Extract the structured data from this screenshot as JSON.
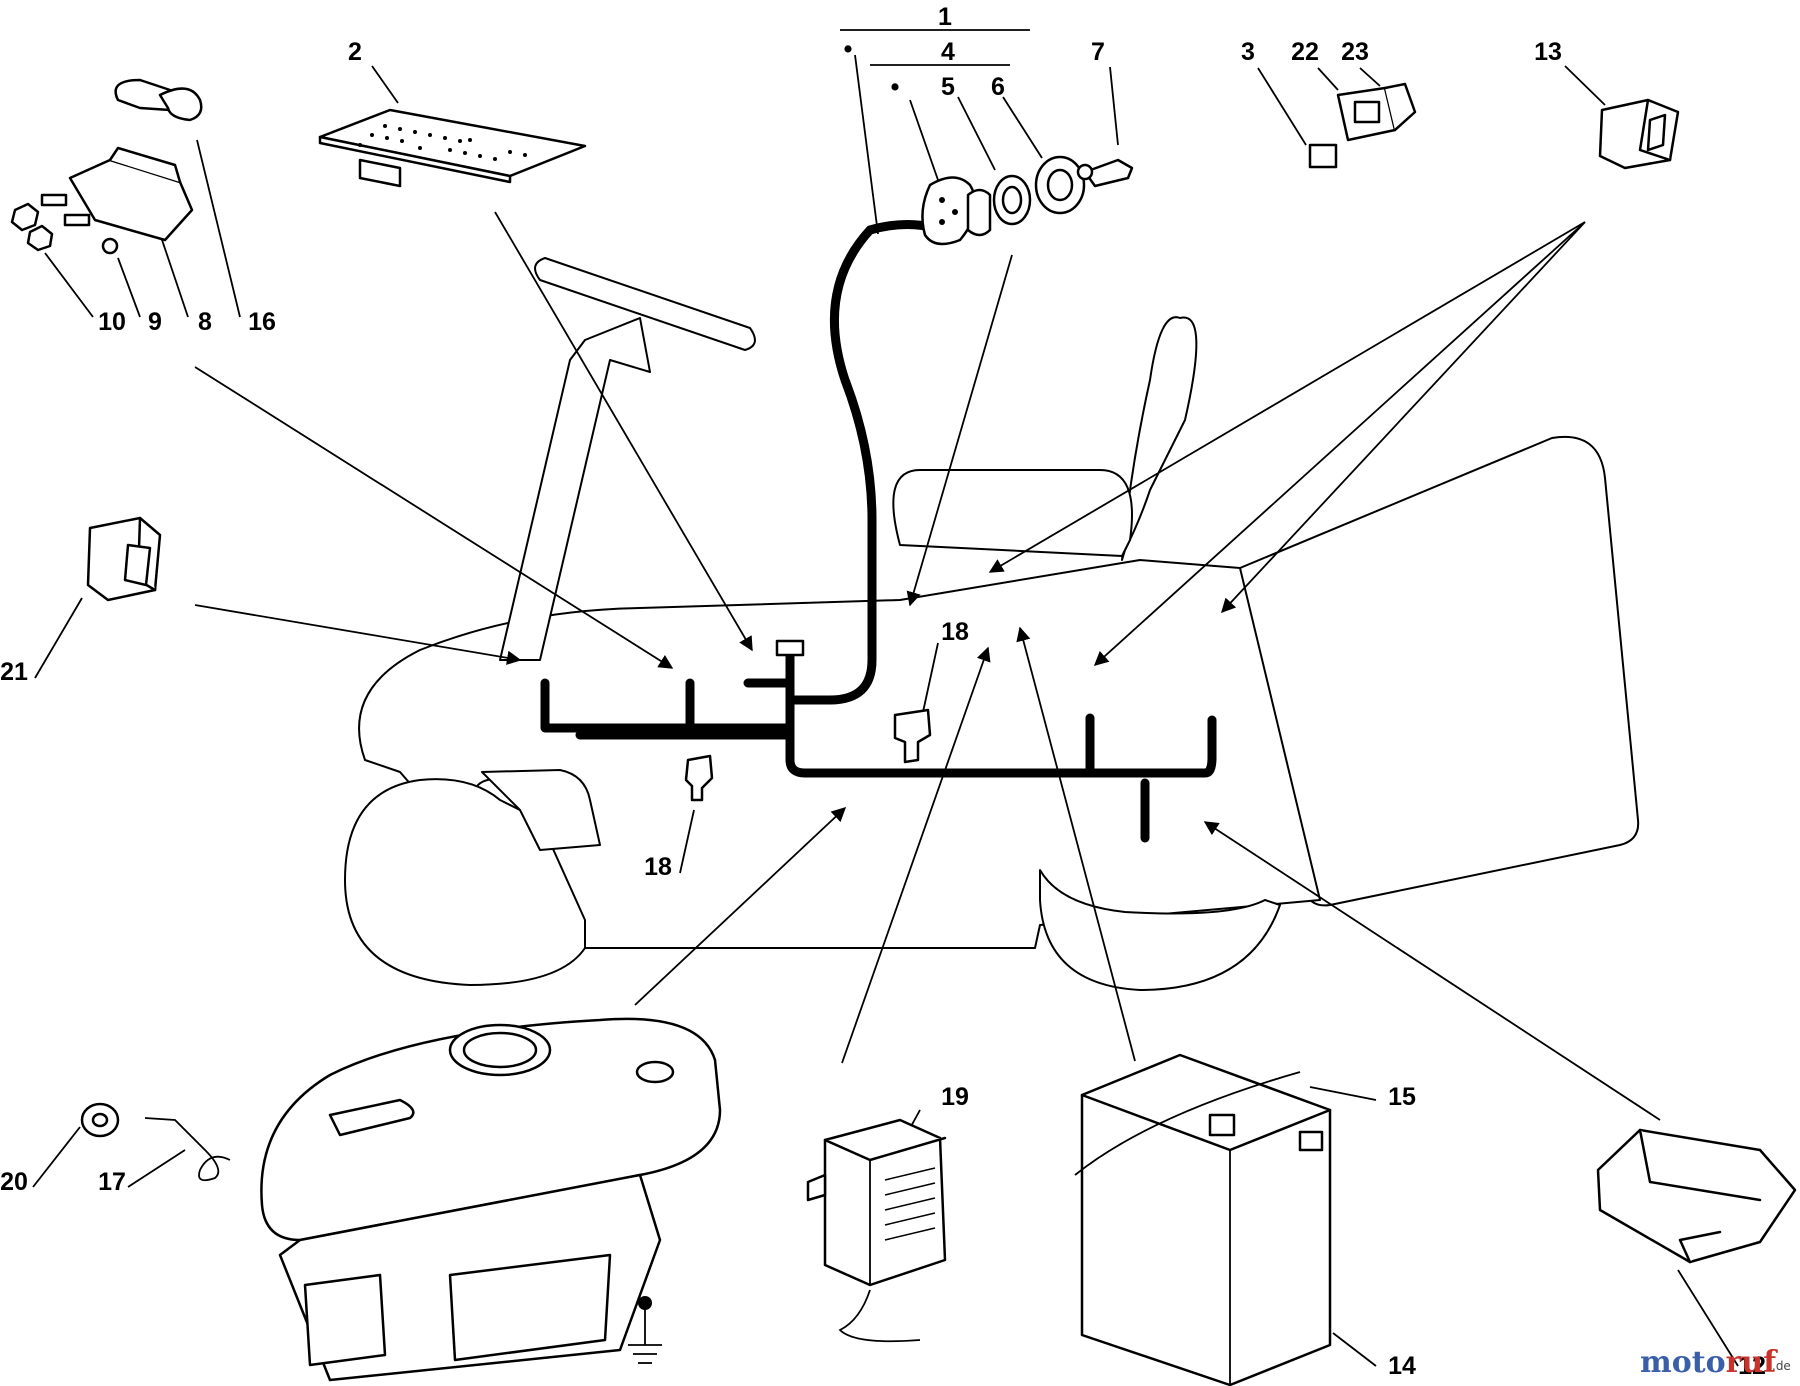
{
  "labels": {
    "l1": "1",
    "l2": "2",
    "l3": "3",
    "l4": "4",
    "l5": "5",
    "l6": "6",
    "l7": "7",
    "l8": "8",
    "l9": "9",
    "l10": "10",
    "l12": "12",
    "l13": "13",
    "l14": "14",
    "l15": "15",
    "l16": "16",
    "l17": "17",
    "l18a": "18",
    "l18b": "18",
    "l19": "19",
    "l20": "20",
    "l21": "21",
    "l22": "22",
    "l23": "23"
  },
  "bullets": {
    "b1": "•",
    "b4": "•"
  },
  "watermark": {
    "brand_a": "moto",
    "brand_b": "ruf",
    "suffix": ".de"
  },
  "colors": {
    "line": "#000000",
    "background": "#ffffff",
    "brand_blue": "#3a5fa8",
    "brand_red": "#c8342b"
  }
}
